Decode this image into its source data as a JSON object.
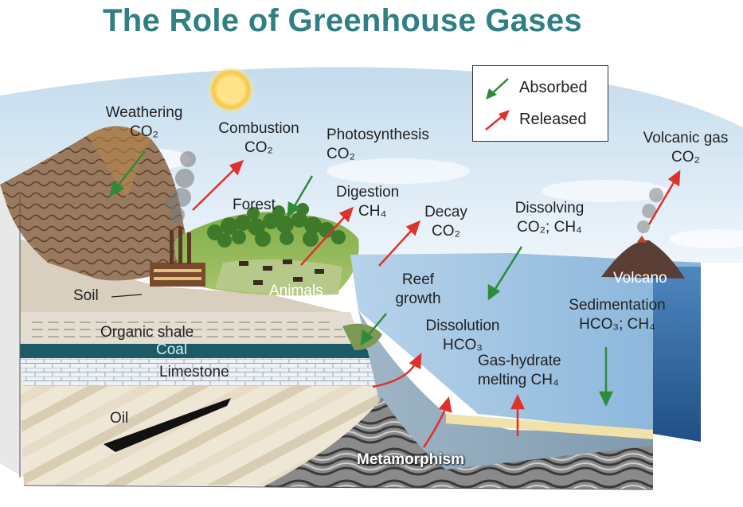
{
  "title": "The Role of Greenhouse Gases",
  "legend": {
    "absorbed": "Absorbed",
    "released": "Released",
    "absorbed_color": "#2e8b3a",
    "released_color": "#e0302b"
  },
  "processes": {
    "weathering": {
      "name": "Weathering",
      "gas": "CO₂"
    },
    "combustion": {
      "name": "Combustion",
      "gas": "CO₂"
    },
    "photosynthesis": {
      "name": "Photosynthesis",
      "gas": "CO₂"
    },
    "digestion": {
      "name": "Digestion",
      "gas": "CH₄"
    },
    "decay": {
      "name": "Decay",
      "gas": "CO₂"
    },
    "dissolving": {
      "name": "Dissolving",
      "gas": "CO₂; CH₄"
    },
    "volcanic_gas": {
      "name": "Volcanic gas",
      "gas": "CO₂"
    },
    "reef_growth": {
      "line1": "Reef",
      "line2": "growth"
    },
    "dissolution": {
      "name": "Dissolution",
      "gas": "HCO₃"
    },
    "sedimentation": {
      "name": "Sedimentation",
      "gas": "HCO₃; CH₄"
    },
    "gas_hydrate": {
      "line1": "Gas-hydrate",
      "line2": "melting CH₄"
    }
  },
  "features": {
    "forest": "Forest",
    "animals": "Animals",
    "volcano": "Volcano",
    "soil": "Soil",
    "organic_shale": "Organic shale",
    "coal": "Coal",
    "limestone": "Limestone",
    "oil": "Oil",
    "metamorphism": "Metamorphism"
  }
}
